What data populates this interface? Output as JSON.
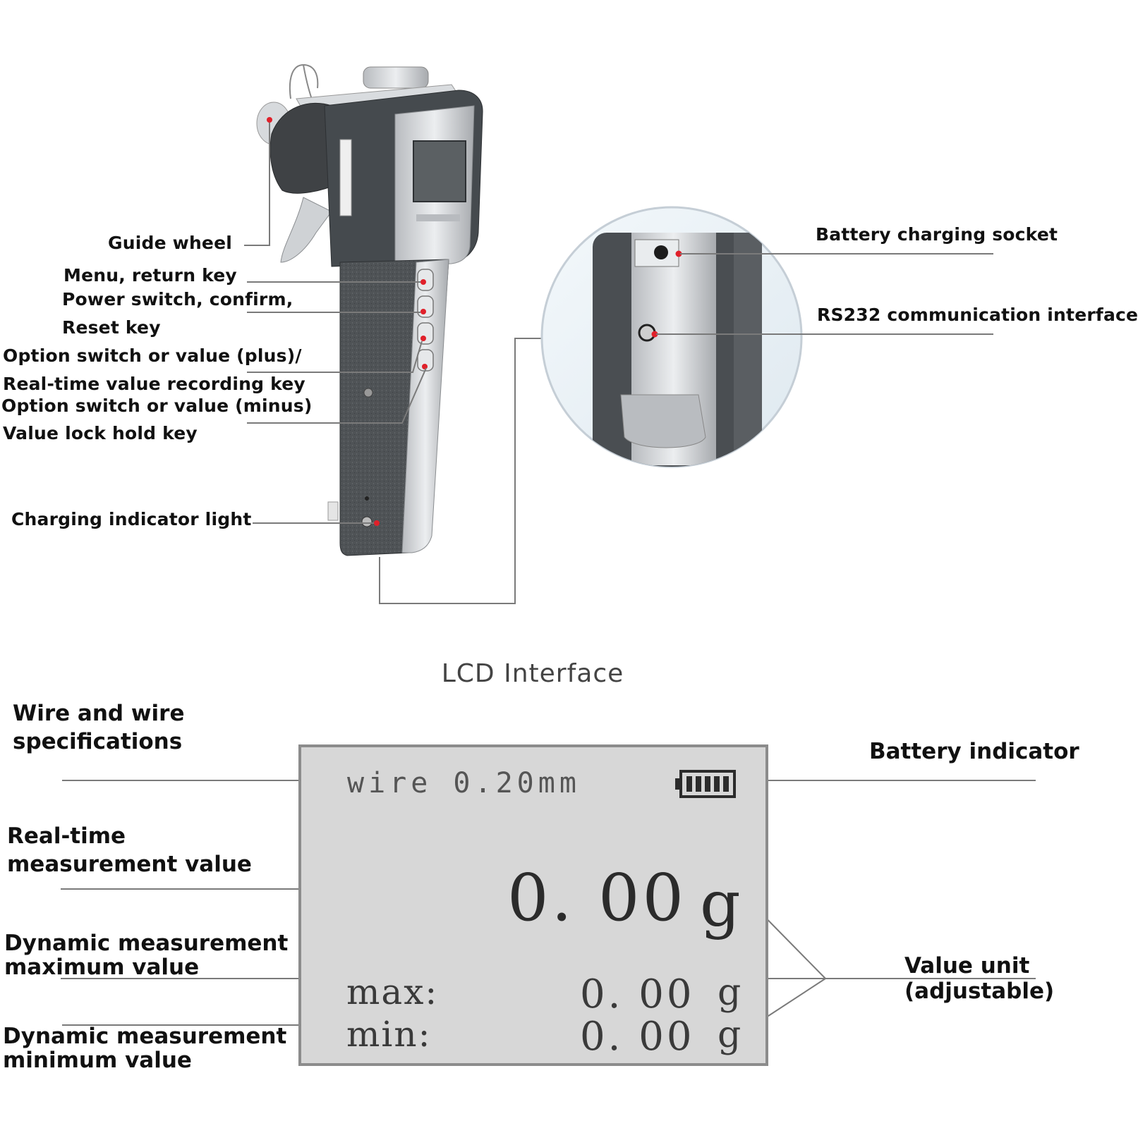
{
  "device_labels": {
    "guide_wheel": "Guide wheel",
    "menu_return_key": "Menu, return key",
    "power_switch_line1": "Power switch, confirm,",
    "power_switch_line2": "Reset key",
    "option_plus_line1": "Option switch or value (plus)/",
    "option_plus_line2": "Real-time value recording key",
    "option_minus": "Option switch or value (minus)",
    "value_lock_hold_key": "Value lock hold key",
    "charging_indicator_light": "Charging indicator light",
    "battery_charging_socket": "Battery charging socket",
    "rs232_interface": "RS232 communication interface"
  },
  "lcd_section": {
    "title": "LCD Interface",
    "labels": {
      "wire_spec_line1": "Wire and wire",
      "wire_spec_line2": "specifications",
      "realtime_line1": "Real-time",
      "realtime_line2": "measurement value",
      "dyn_max_line1": "Dynamic measurement",
      "dyn_max_line2": "maximum value",
      "dyn_min_line1": "Dynamic measurement",
      "dyn_min_line2": "minimum value",
      "battery_indicator": "Battery indicator",
      "value_unit_line1": "Value unit",
      "value_unit_line2": "(adjustable)"
    },
    "screen": {
      "wire_text": "wire 0.20mm",
      "realtime_value": "0. 00",
      "realtime_unit": "g",
      "max_label": "max:",
      "max_value": "0. 00",
      "max_unit": "g",
      "min_label": "min:",
      "min_value": "0. 00",
      "min_unit": "g",
      "battery_level": 1.0
    }
  },
  "colors": {
    "device_body_dark": "#4a4d50",
    "device_silver": "#c9ccd0",
    "callout_dot": "#e0202a",
    "lcd_background": "#d7d7d7",
    "leader_line": "#7a7a7a"
  }
}
